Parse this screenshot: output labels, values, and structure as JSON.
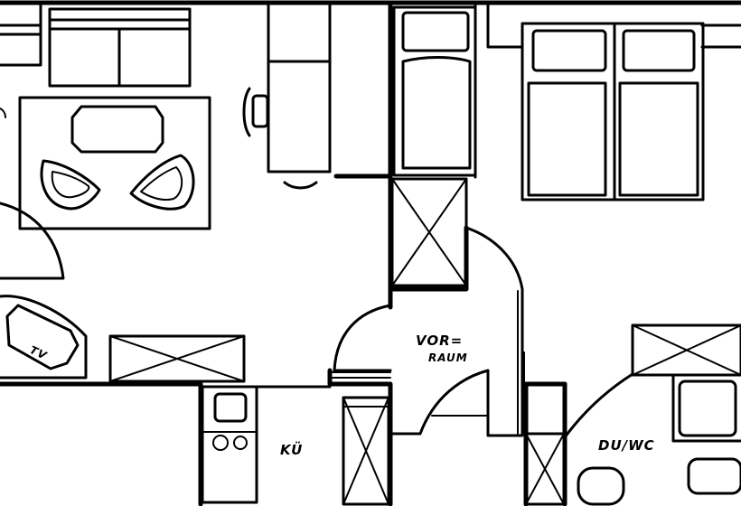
{
  "labels": {
    "vorraum_line1": "VOR=",
    "vorraum_line2": "RAUM",
    "kueche": "KÜ",
    "du_wc": "DU/WC",
    "tv": "TV"
  }
}
